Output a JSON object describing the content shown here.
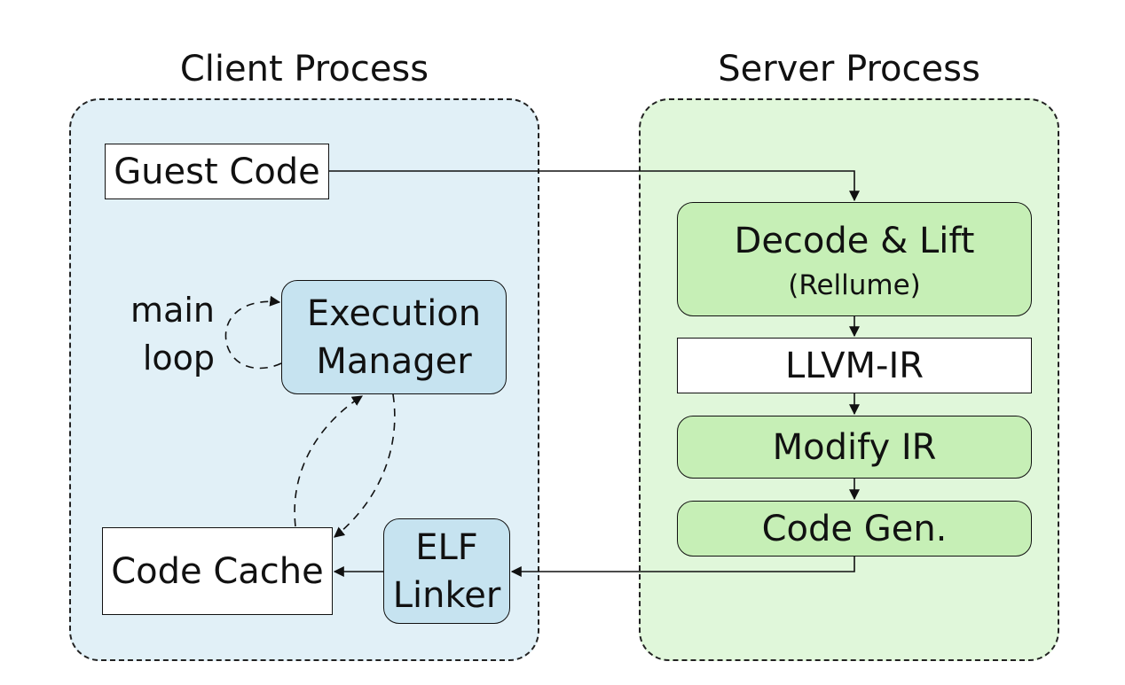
{
  "client": {
    "title": "Client Process",
    "fill": "#e1f0f7",
    "guest_code": "Guest Code",
    "exec_line1": "Execution",
    "exec_line2": "Manager",
    "loop_line1": "main",
    "loop_line2": "loop",
    "code_cache": "Code Cache",
    "elf_line1": "ELF",
    "elf_line2": "Linker"
  },
  "server": {
    "title": "Server Process",
    "fill": "#e0f7da",
    "decode": "Decode & Lift",
    "decode_sub": "(Rellume)",
    "llvm_ir": "LLVM-IR",
    "modify_ir": "Modify IR",
    "code_gen": "Code Gen."
  }
}
